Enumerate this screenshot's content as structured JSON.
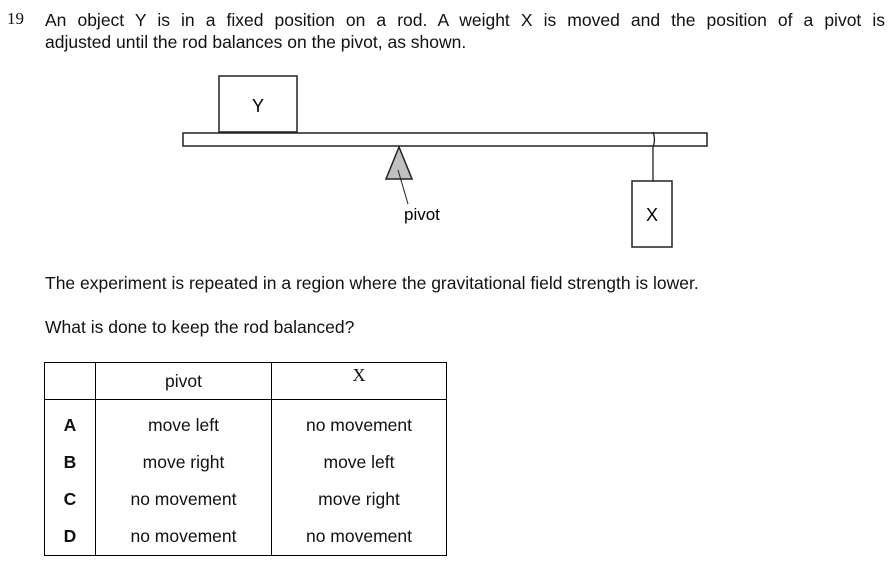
{
  "question": {
    "number": "19",
    "stem_line1": "An object Y is in a fixed position on a rod. A weight X is moved and the position of a pivot is",
    "stem_line2": "adjusted until the rod balances on the pivot, as shown."
  },
  "diagram": {
    "object_y_label": "Y",
    "weight_x_label": "X",
    "pivot_label": "pivot",
    "pivot_fill": "#c0c0c0"
  },
  "paragraph1": "The experiment is repeated in a region where the gravitational field strength is lower.",
  "paragraph2": "What is done to keep the rod balanced?",
  "table": {
    "headers": [
      "",
      "pivot",
      "X"
    ],
    "rows": [
      {
        "key": "A",
        "pivot": "move left",
        "x": "no movement"
      },
      {
        "key": "B",
        "pivot": "move right",
        "x": "move left"
      },
      {
        "key": "C",
        "pivot": "no movement",
        "x": "move right"
      },
      {
        "key": "D",
        "pivot": "no movement",
        "x": "no movement"
      }
    ]
  }
}
